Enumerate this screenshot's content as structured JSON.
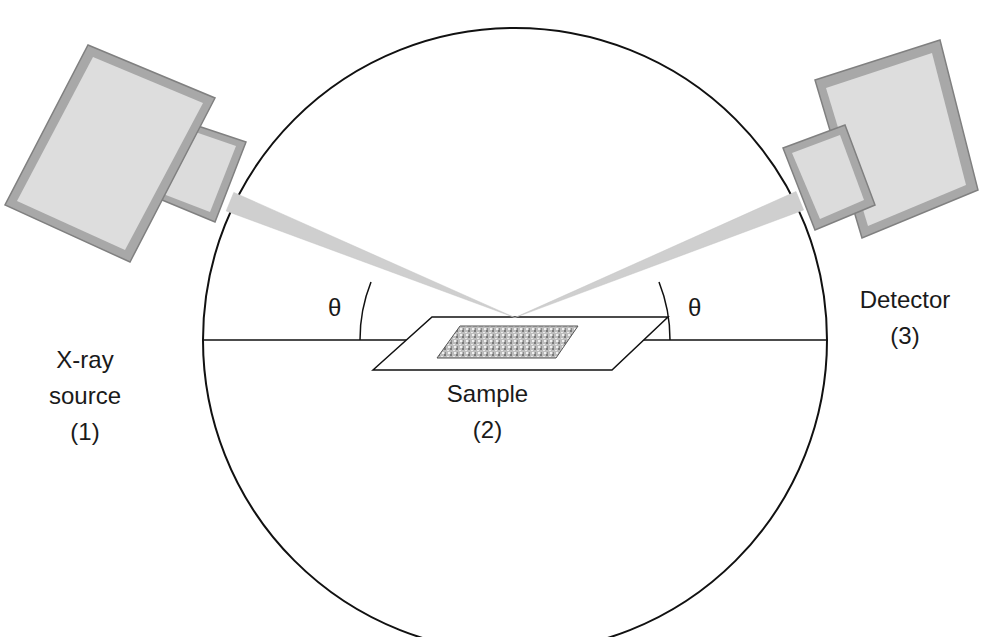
{
  "diagram": {
    "nodes": [
      {
        "text": [
          "X-ray source",
          "(1)"
        ]
      },
      {
        "text": [
          "Sample",
          "(2)"
        ]
      },
      {
        "text": [
          "Detector",
          "(3)"
        ]
      }
    ],
    "edges": [
      {
        "from": 0,
        "to": 1,
        "arrow": "none"
      },
      {
        "from": 1,
        "to": 2,
        "arrow": "none"
      }
    ],
    "labels": [
      "θ",
      "θ"
    ]
  }
}
